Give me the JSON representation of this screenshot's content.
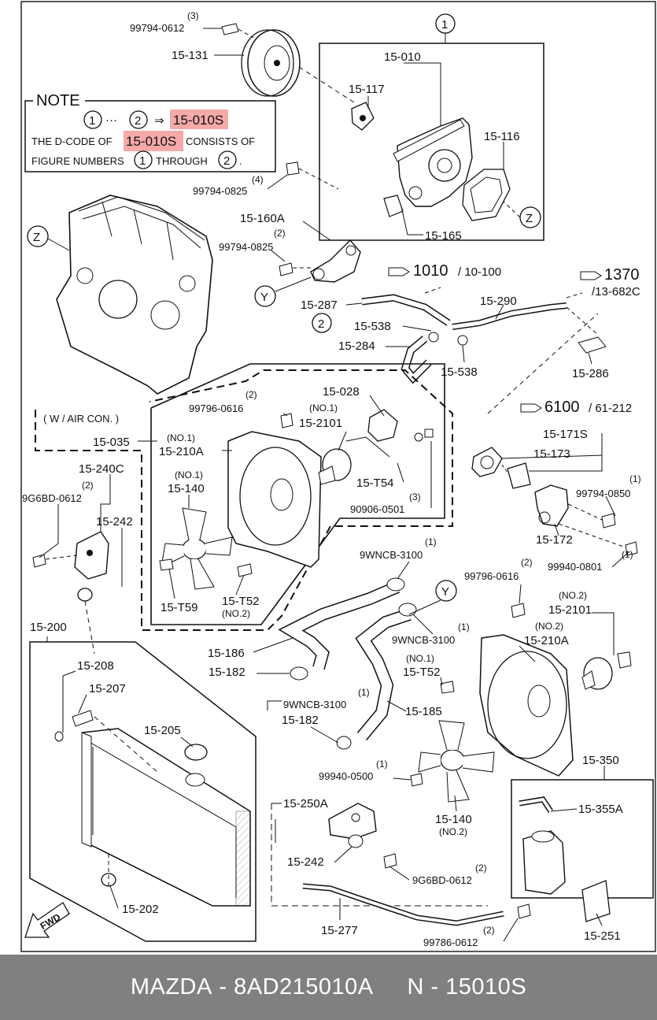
{
  "note": {
    "heading": "NOTE",
    "circle_a": "1",
    "circle_b": "2",
    "dots": "···",
    "arrow": "⇒",
    "code": "15-010S",
    "line2_pre": "THE D-CODE OF",
    "line2_code": "15-010S",
    "line2_post": "CONSISTS OF",
    "line3_pre": "FIGURE NUMBERS",
    "line3_mid": "THROUGH",
    "line3_end": "."
  },
  "callouts": {
    "group1": "1",
    "z_upper": "Z",
    "z_engine": "Z",
    "y_left": "Y",
    "y_right": "Y",
    "c2": "2"
  },
  "refs": {
    "r1010": "1010",
    "r1010_sub": "/ 10-100",
    "r1370": "1370",
    "r1370_sub": "/13-682C",
    "r6100": "6100",
    "r6100_sub": "/ 61-212"
  },
  "aircon_label": "( W / AIR CON. )",
  "labels": {
    "p99794_0612_q": "(3)",
    "p99794_0612": "99794-0612",
    "p15_131": "15-131",
    "p15_010": "15-010",
    "p15_117": "15-117",
    "p15_116": "15-116",
    "p15_165": "15-165",
    "p99794_0825a_q": "(4)",
    "p99794_0825a": "99794-0825",
    "p15_160A": "15-160A",
    "p99794_0825b_q": "(2)",
    "p99794_0825b": "99794-0825",
    "p15_287": "15-287",
    "p15_538a": "15-538",
    "p15_284": "15-284",
    "p15_538b": "15-538",
    "p15_290": "15-290",
    "p15_286": "15-286",
    "p99796_0616a_q": "(2)",
    "p99796_0616a": "99796-0616",
    "p15_028": "15-028",
    "p2101a_no": "(NO.1)",
    "p15_2101a": "15-2101",
    "p15_035": "15-035",
    "p210Aa_no": "(NO.1)",
    "p15_210Aa": "15-210A",
    "p140a_no": "(NO.1)",
    "p15_140a": "15-140",
    "p15_T54": "15-T54",
    "p90906_q": "(3)",
    "p90906": "90906-0501",
    "p15_T52a": "15-T52",
    "p15_T52a_no": "(NO.2)",
    "p15_T59": "15-T59",
    "p15_171S": "15-171S",
    "p15_173": "15-173",
    "p99794_0850_q": "(1)",
    "p99794_0850": "99794-0850",
    "p15_172": "15-172",
    "p99940_0801_q": "(1)",
    "p99940_0801": "99940-0801",
    "p15_240C": "15-240C",
    "p9G6BDa_q": "(2)",
    "p9G6BDa": "9G6BD-0612",
    "p15_242a": "15-242",
    "p9WNCBa_q": "(1)",
    "p9WNCBa": "9WNCB-3100",
    "p99796_0616b_q": "(2)",
    "p99796_0616b": "99796-0616",
    "p2101b_no": "(NO.2)",
    "p15_2101b": "15-2101",
    "p210Ab_no": "(NO.2)",
    "p15_210Ab": "15-210A",
    "p15_200": "15-200",
    "p15_186": "15-186",
    "p9WNCBb_q": "(1)",
    "p9WNCBb": "9WNCB-3100",
    "p15_208": "15-208",
    "p15_182a": "15-182",
    "pT52b_no": "(NO.1)",
    "p15_T52b": "15-T52",
    "p15_207": "15-207",
    "p9WNCBc_q": "(1)",
    "p9WNCBc": "9WNCB-3100",
    "p15_182b": "15-182",
    "p15_185": "15-185",
    "p15_205": "15-205",
    "p99940_0500_q": "(1)",
    "p99940_0500": "99940-0500",
    "p15_350": "15-350",
    "p15_250A": "15-250A",
    "p15_355A": "15-355A",
    "p15_140b": "15-140",
    "p15_140b_no": "(NO.2)",
    "p15_242b": "15-242",
    "p9G6BDb_q": "(2)",
    "p9G6BDb": "9G6BD-0612",
    "p15_202": "15-202",
    "p15_277": "15-277",
    "p99786_q": "(2)",
    "p99786": "99786-0612",
    "p15_251": "15-251",
    "fwd": "FWD"
  },
  "footer": {
    "brand": "MAZDA",
    "sep1": " - ",
    "part": "8AD215010A",
    "gap": "     ",
    "n": "N",
    "sep2": " - ",
    "code": "15010S"
  }
}
